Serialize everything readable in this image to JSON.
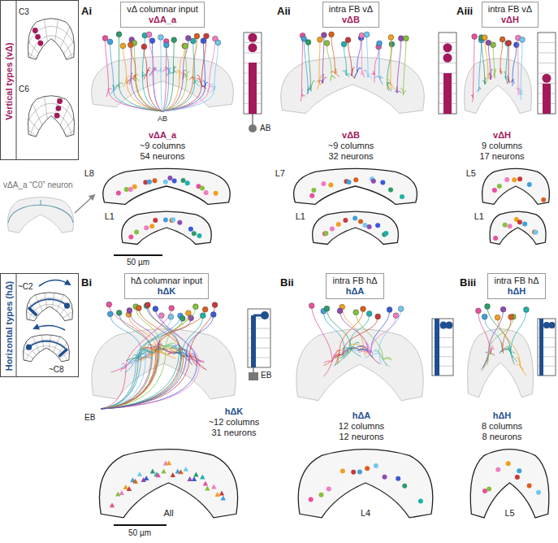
{
  "diagram": {
    "nodes": [
      {
        "text": [
          "Vertical types (vΔ)"
        ]
      },
      {
        "text": [
          "vΔ columnar input",
          "vΔA_a"
        ]
      },
      {
        "text": [
          "intra FB vΔ",
          "vΔB"
        ]
      },
      {
        "text": [
          "intra FB vΔ",
          "vΔH"
        ]
      },
      {
        "text": [
          "L8"
        ]
      },
      {
        "text": [
          "L1"
        ]
      },
      {
        "text": [
          "L7"
        ]
      },
      {
        "text": [
          "L1"
        ]
      },
      {
        "text": [
          "L5"
        ]
      },
      {
        "text": [
          "L1"
        ]
      },
      {
        "text": [
          "Horizontal types (hΔ)"
        ]
      },
      {
        "text": [
          "hΔ columnar input",
          "hΔK"
        ]
      },
      {
        "text": [
          "intra FB hΔ",
          "hΔA"
        ]
      },
      {
        "text": [
          "intra FB hΔ",
          "hΔH"
        ]
      },
      {
        "text": [
          "All"
        ]
      },
      {
        "text": [
          "L4"
        ]
      },
      {
        "text": [
          "L5"
        ]
      }
    ],
    "labels": [
      "Ai",
      "Aii",
      "Aiii",
      "Bi",
      "Bii",
      "Biii",
      "C3",
      "C6",
      "AB",
      "AB",
      "vΔA_a",
      "~9 columns",
      "54 neurons",
      "vΔB",
      "~9 columns",
      "32 neurons",
      "vΔH",
      "9 columns",
      "17 neurons",
      "vΔA_a “C0” neuron",
      "50 µm",
      "~C2",
      "~C8",
      "EB",
      "EB",
      "hΔK",
      "~12 columns",
      "31 neurons",
      "hΔA",
      "12 columns",
      "12 neurons",
      "hΔH",
      "8 columns",
      "8 neurons",
      "50 µm"
    ]
  }
}
